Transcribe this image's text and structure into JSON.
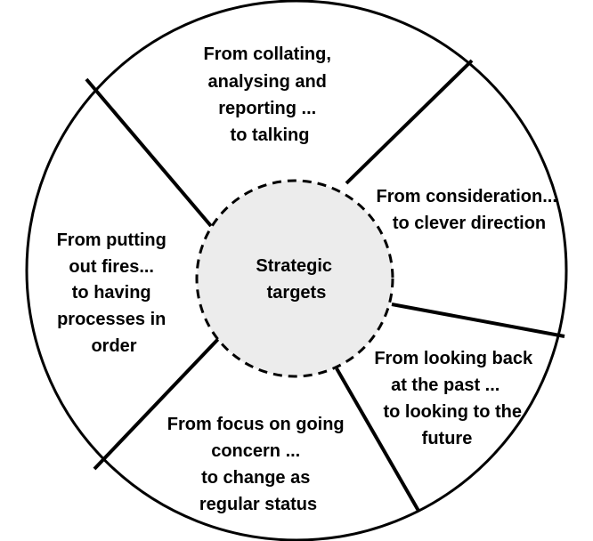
{
  "center": {
    "lines": [
      "Strategic",
      "targets"
    ]
  },
  "segments": [
    {
      "id": "top",
      "lines": [
        "From collating,",
        "analysing  and",
        "reporting ...",
        "to talking"
      ]
    },
    {
      "id": "upper-right",
      "lines": [
        "From consideration...",
        "to clever direction"
      ]
    },
    {
      "id": "lower-right",
      "lines": [
        "From looking back",
        "at the past ...",
        "to looking to the",
        "future"
      ]
    },
    {
      "id": "bottom",
      "lines": [
        "From focus on going",
        "concern ...",
        "to change as",
        "regular status"
      ]
    },
    {
      "id": "left",
      "lines": [
        "From putting",
        "out fires...",
        "to having",
        "processes in",
        "order"
      ]
    }
  ],
  "colors": {
    "outline": "#000000",
    "center_fill": "#ececec",
    "background": "#ffffff"
  }
}
